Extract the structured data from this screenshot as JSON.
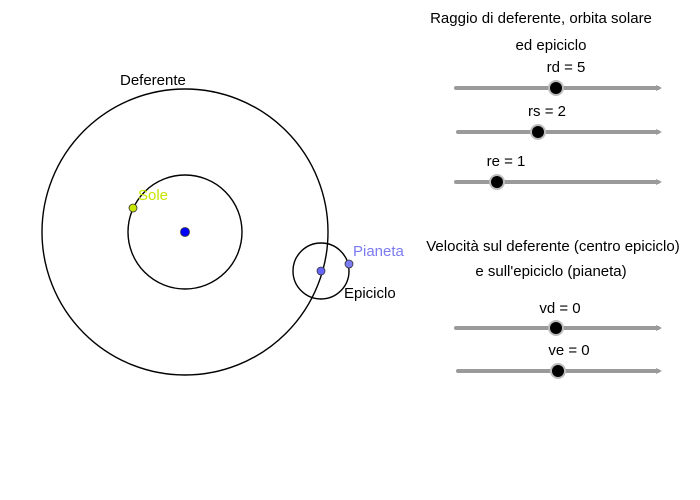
{
  "diagram": {
    "deferent_label": "Deferente",
    "sun_label": "Sole",
    "planet_label": "Pianeta",
    "epicycle_label": "Epiciclo",
    "colors": {
      "sun": "#c8e600",
      "planet": "#7b7bf2",
      "center": "#0000ff",
      "epicycle_center": "#6666ff"
    }
  },
  "panel_radii": {
    "heading_line1": "Raggio di deferente, orbita solare",
    "heading_line2": "ed epiciclo",
    "sliders": [
      {
        "label": "rd = 5",
        "value": 5
      },
      {
        "label": "rs = 2",
        "value": 2
      },
      {
        "label": "re = 1",
        "value": 1
      }
    ]
  },
  "panel_speeds": {
    "heading_line1": "Velocità sul deferente (centro epiciclo)",
    "heading_line2": "e sull'epiciclo (pianeta)",
    "sliders": [
      {
        "label": "vd = 0",
        "value": 0
      },
      {
        "label": "ve = 0",
        "value": 0
      }
    ]
  }
}
